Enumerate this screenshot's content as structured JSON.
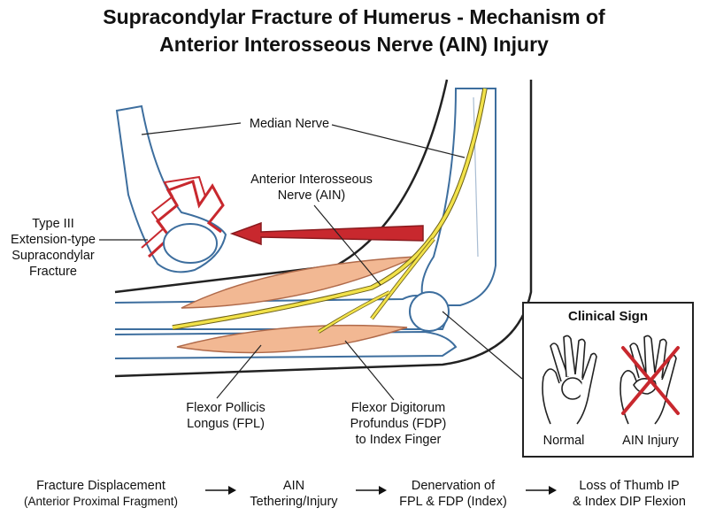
{
  "title": {
    "line1": "Supracondylar Fracture of Humerus - Mechanism of",
    "line2": "Anterior Interosseous Nerve (AIN) Injury"
  },
  "labels": {
    "median_nerve": "Median Nerve",
    "ain_line1": "Anterior Interosseous",
    "ain_line2": "Nerve (AIN)",
    "fracture_line1": "Type III",
    "fracture_line2": "Extension-type",
    "fracture_line3": "Supracondylar",
    "fracture_line4": "Fracture",
    "fpl_line1": "Flexor Pollicis",
    "fpl_line2": "Longus (FPL)",
    "fdp_line1": "Flexor Digitorum",
    "fdp_line2": "Profundus (FDP)",
    "fdp_line3": "to Index Finger"
  },
  "clinical_sign": {
    "title": "Clinical Sign",
    "normal": "Normal",
    "ain_injury": "AIN Injury"
  },
  "flow": {
    "step1_line1": "Fracture Displacement",
    "step1_line2": "(Anterior Proximal Fragment)",
    "step2_line1": "AIN",
    "step2_line2": "Tethering/Injury",
    "step3_line1": "Denervation of",
    "step3_line2": "FPL & FDP (Index)",
    "step4_line1": "Loss of Thumb IP",
    "step4_line2": "& Index DIP Flexion"
  },
  "colors": {
    "nerve": "#f2e24a",
    "muscle": "#f2b893",
    "fracture": "#c8282e",
    "bone_outline": "#3d6e9e",
    "arrow": "#c8282e"
  }
}
